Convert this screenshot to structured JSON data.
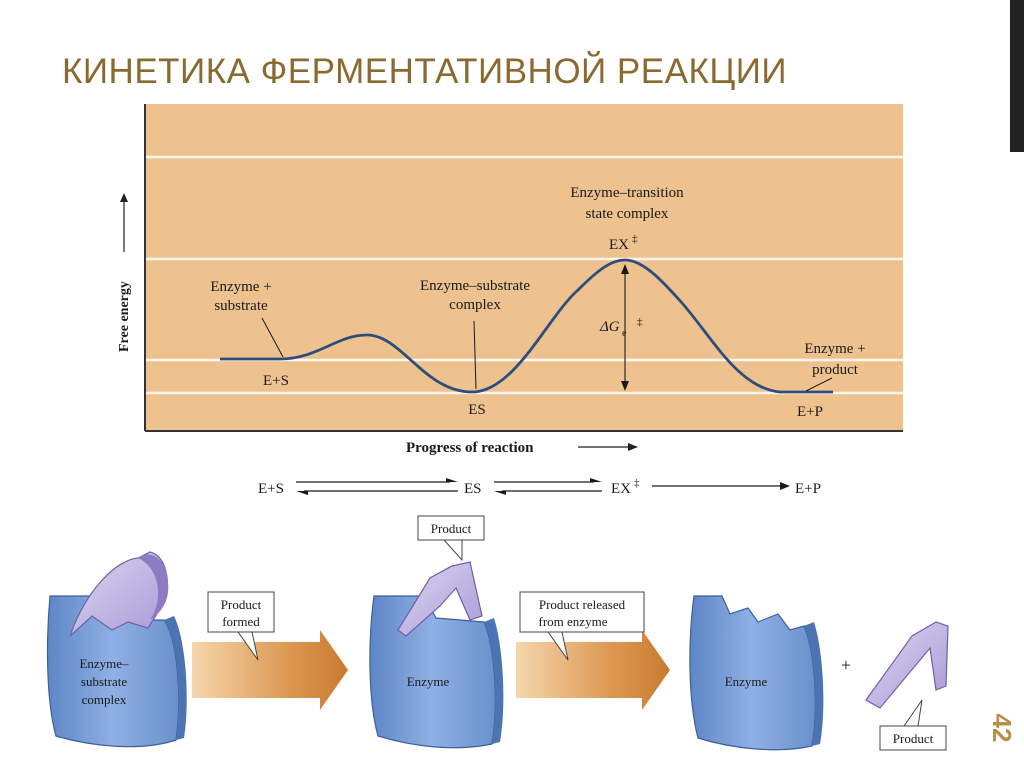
{
  "title": "КИНЕТИКА ФЕРМЕНТАТИВНОЙ РЕАКЦИИ",
  "slide_number": "42",
  "colors": {
    "title": "#8a6a2e",
    "plot_bg": "#eec28f",
    "curve": "#2f4d7a",
    "arrow": "#d88a3c",
    "enzyme": "#7a9fd6",
    "product": "#c9c0e8"
  },
  "graph": {
    "y_axis_label": "Free energy",
    "x_axis_label": "Progress of reaction",
    "label_es_sub_1": "Enzyme +",
    "label_es_sub_2": "substrate",
    "label_es_point": "E+S",
    "label_complex_1": "Enzyme–substrate",
    "label_complex_2": "complex",
    "label_es": "ES",
    "label_ts_1": "Enzyme–transition",
    "label_ts_2": "state complex",
    "label_ex": "EX",
    "label_ex_sup": "‡",
    "label_dg": "ΔG",
    "label_dg_sub": "e",
    "label_dg_sup": "‡",
    "label_prod_1": "Enzyme +",
    "label_prod_2": "product",
    "label_ep": "E+P"
  },
  "equation": {
    "t1": "E+S",
    "t2": "ES",
    "t3": "EX",
    "t3_sup": "‡",
    "t4": "E+P"
  },
  "illustration": {
    "block1_line1": "Enzyme–",
    "block1_line2": "substrate",
    "block1_line3": "complex",
    "callout1_line1": "Product",
    "callout1_line2": "formed",
    "callout_product_top": "Product",
    "block2_label": "Enzyme",
    "callout2_line1": "Product released",
    "callout2_line2": "from enzyme",
    "block3_label": "Enzyme",
    "plus": "+",
    "callout_product_bottom": "Product"
  }
}
